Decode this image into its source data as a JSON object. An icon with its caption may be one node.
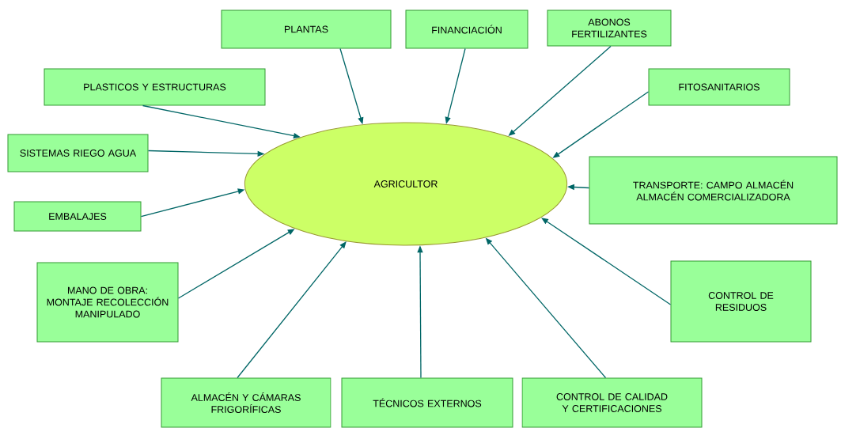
{
  "diagram": {
    "nodes": [
      {
        "text": [
          "AGRICULTOR"
        ]
      },
      {
        "text": [
          "PLANTAS"
        ]
      },
      {
        "text": [
          "FINANCIACIÓN"
        ]
      },
      {
        "text": [
          "ABONOS FERTILIZANTES"
        ]
      },
      {
        "text": [
          "PLASTICOS Y ESTRUCTURAS"
        ]
      },
      {
        "text": [
          "FITOSANITARIOS"
        ]
      },
      {
        "text": [
          "SISTEMAS RIEGO AGUA"
        ]
      },
      {
        "text": [
          "TRANSPORTE: CAMPO ALMACÉN ALMACÉN COMERCIALIZADORA"
        ]
      },
      {
        "text": [
          "EMBALAJES"
        ]
      },
      {
        "text": [
          "MANO DE OBRA: MONTAJE RECOLECCIÓN MANIPULADO"
        ]
      },
      {
        "text": [
          "CONTROL DE RESIDUOS"
        ]
      },
      {
        "text": [
          "ALMACÉN Y CÁMARAS FRIGORÍFICAS"
        ]
      },
      {
        "text": [
          "TÉCNICOS EXTERNOS"
        ]
      },
      {
        "text": [
          "CONTROL DE CALIDAD Y CERTIFICACIONES"
        ]
      }
    ],
    "edges": [
      {
        "from": 1,
        "to": 0,
        "arrow": "to"
      },
      {
        "from": 2,
        "to": 0,
        "arrow": "to"
      },
      {
        "from": 3,
        "to": 0,
        "arrow": "to"
      },
      {
        "from": 4,
        "to": 0,
        "arrow": "to"
      },
      {
        "from": 5,
        "to": 0,
        "arrow": "to"
      },
      {
        "from": 6,
        "to": 0,
        "arrow": "to"
      },
      {
        "from": 7,
        "to": 0,
        "arrow": "to"
      },
      {
        "from": 8,
        "to": 0,
        "arrow": "to"
      },
      {
        "from": 9,
        "to": 0,
        "arrow": "to"
      },
      {
        "from": 10,
        "to": 0,
        "arrow": "to"
      },
      {
        "from": 11,
        "to": 0,
        "arrow": "to"
      },
      {
        "from": 12,
        "to": 0,
        "arrow": "to"
      },
      {
        "from": 13,
        "to": 0,
        "arrow": "to"
      }
    ]
  }
}
